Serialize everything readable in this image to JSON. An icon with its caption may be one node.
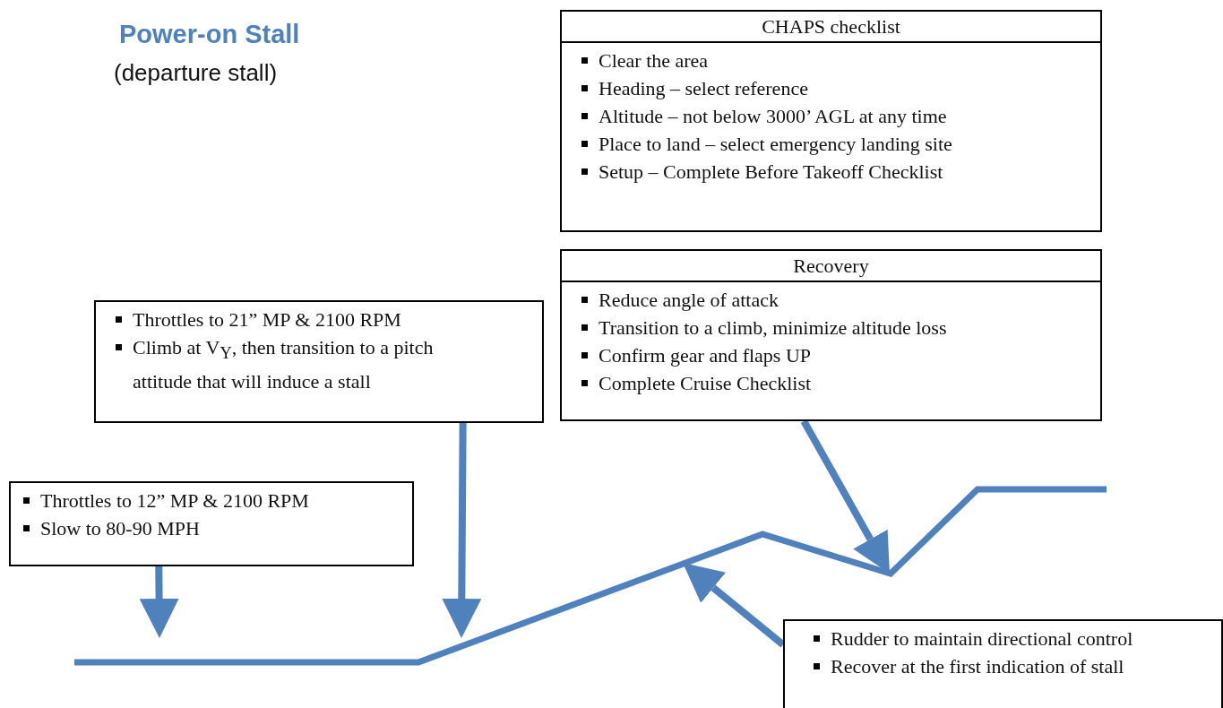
{
  "diagram": {
    "title": "Power-on Stall",
    "nodes": [
      {
        "text": [
          "CHAPS checklist",
          "Clear the area",
          "Heading – select reference",
          "Altitude – not below 3000’ AGL at any time",
          "Place to land – select emergency landing site",
          "Setup – Complete Before Takeoff Checklist"
        ]
      },
      {
        "text": [
          "Recovery",
          "Reduce angle of attack",
          "Transition to a climb, minimize altitude loss",
          "Confirm gear and flaps UP",
          "Complete Cruise Checklist"
        ]
      },
      {
        "text": [
          "Throttles to 21” MP & 2100 RPM",
          "Climb at V$_{Y}$, then transition to a pitch attitude that will induce a stall"
        ]
      },
      {
        "text": [
          "Throttles to 12” MP & 2100 RPM",
          "Slow to 80-90 MPH"
        ]
      },
      {
        "text": [
          "Rudder to maintain directional control",
          "Recover at the first indication of stall"
        ]
      },
      {
        "text": [],
        "shape": "line"
      }
    ],
    "edges": [
      {
        "from": 3,
        "to": 5,
        "arrow": "to"
      },
      {
        "from": 2,
        "to": 5,
        "arrow": "to"
      },
      {
        "from": 1,
        "to": 5,
        "arrow": "to"
      },
      {
        "from": 4,
        "to": 5,
        "arrow": "to"
      }
    ],
    "labels": [
      "(departure stall)"
    ]
  }
}
